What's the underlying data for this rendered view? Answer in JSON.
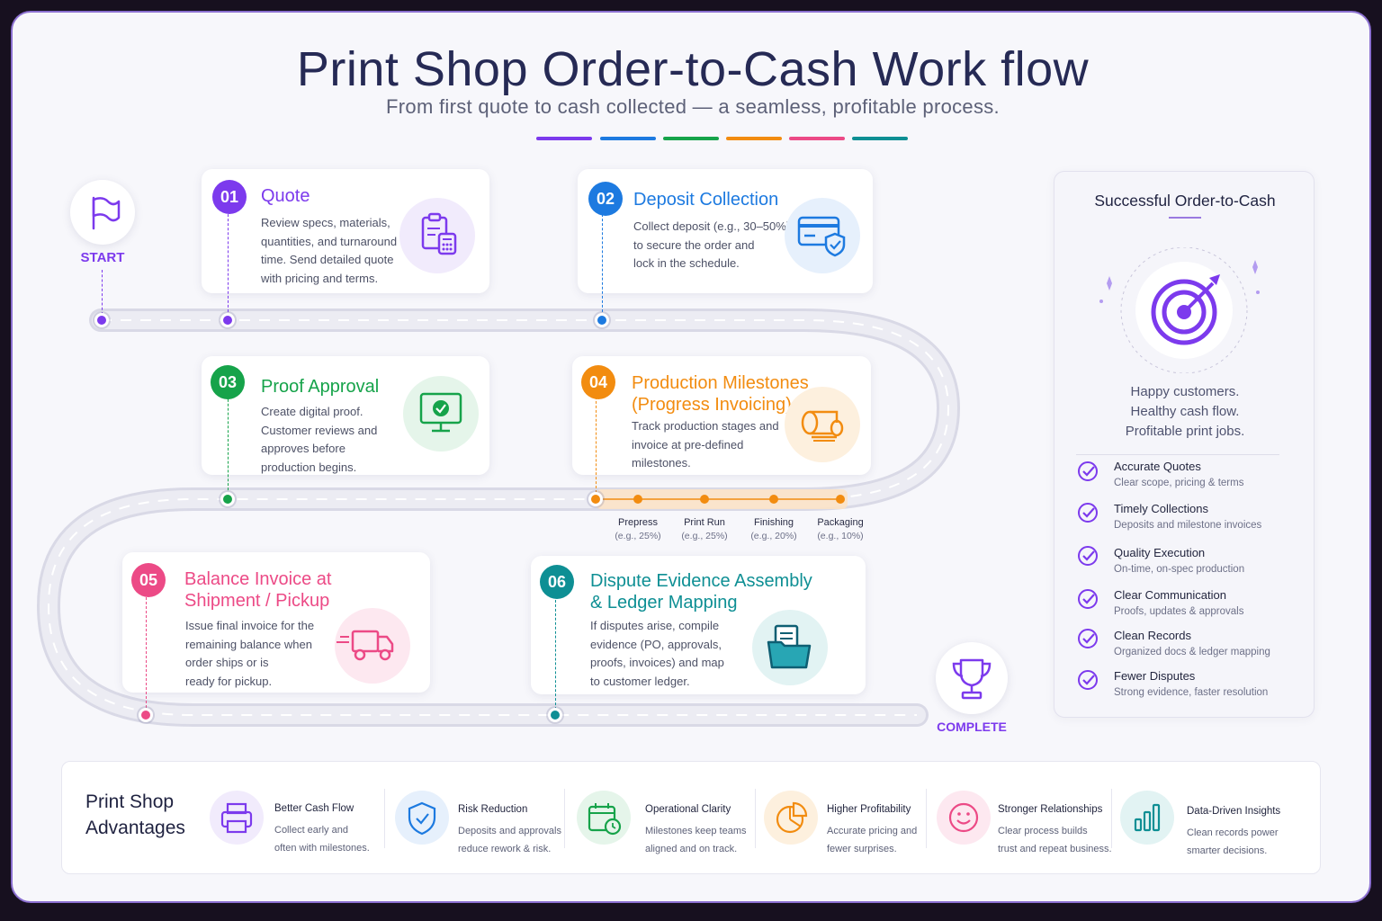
{
  "title": "Print Shop Order-to-Cash Work flow",
  "subtitle": "From first quote to cash collected — a seamless, profitable process.",
  "colors": {
    "purple": "#7c3aed",
    "blue": "#1d7ae0",
    "green": "#16a34a",
    "orange": "#f28c10",
    "pink": "#ec4a86",
    "teal": "#0e8f94"
  },
  "start_label": "START",
  "complete_label": "COMPLETE",
  "steps": [
    {
      "num": "01",
      "title": "Quote",
      "desc": [
        "Review specs, materials,",
        "quantities, and turnaround",
        "time. Send detailed quote",
        "with pricing and terms."
      ],
      "icon": "clipboard-calculator-icon"
    },
    {
      "num": "02",
      "title": "Deposit Collection",
      "desc": [
        "Collect deposit (e.g., 30–50%)",
        "to secure the order and",
        "lock in the schedule."
      ],
      "icon": "credit-card-shield-icon"
    },
    {
      "num": "03",
      "title": "Proof Approval",
      "desc": [
        "Create digital proof.",
        "Customer reviews and",
        "approves before",
        "production begins."
      ],
      "icon": "monitor-check-icon"
    },
    {
      "num": "04",
      "title_lines": [
        "Production Milestones",
        "(Progress Invoicing)"
      ],
      "desc": [
        "Track production stages and",
        "invoice at pre-defined",
        "milestones."
      ],
      "icon": "paper-roll-icon"
    },
    {
      "num": "05",
      "title_lines": [
        "Balance Invoice at",
        "Shipment / Pickup"
      ],
      "desc": [
        "Issue final invoice for the",
        "remaining balance when",
        "order ships or is",
        "ready for pickup."
      ],
      "icon": "truck-icon"
    },
    {
      "num": "06",
      "title_lines": [
        "Dispute Evidence Assembly",
        "& Ledger Mapping"
      ],
      "desc": [
        "If disputes arise, compile",
        "evidence (PO, approvals,",
        "proofs, invoices) and map",
        "to customer ledger."
      ],
      "icon": "folder-document-icon"
    }
  ],
  "milestones": [
    {
      "name": "Prepress",
      "pct": "(e.g., 25%)"
    },
    {
      "name": "Print Run",
      "pct": "(e.g., 25%)"
    },
    {
      "name": "Finishing",
      "pct": "(e.g., 20%)"
    },
    {
      "name": "Packaging",
      "pct": "(e.g., 10%)"
    }
  ],
  "panel": {
    "title": "Successful Order-to-Cash",
    "tagline": [
      "Happy customers.",
      "Healthy cash flow.",
      "Profitable print jobs."
    ],
    "items": [
      {
        "title": "Accurate Quotes",
        "sub": "Clear scope, pricing & terms"
      },
      {
        "title": "Timely Collections",
        "sub": "Deposits and milestone invoices"
      },
      {
        "title": "Quality Execution",
        "sub": "On-time, on-spec production"
      },
      {
        "title": "Clear Communication",
        "sub": "Proofs, updates & approvals"
      },
      {
        "title": "Clean Records",
        "sub": "Organized docs & ledger mapping"
      },
      {
        "title": "Fewer Disputes",
        "sub": "Strong evidence, faster resolution"
      }
    ]
  },
  "advantages": {
    "title": [
      "Print Shop",
      "Advantages"
    ],
    "items": [
      {
        "title": "Better Cash Flow",
        "desc": [
          "Collect early and",
          "often with milestones."
        ],
        "icon": "printer-icon",
        "color": "#7c3aed"
      },
      {
        "title": "Risk Reduction",
        "desc": [
          "Deposits and approvals",
          "reduce rework & risk."
        ],
        "icon": "shield-check-icon",
        "color": "#1d7ae0"
      },
      {
        "title": "Operational Clarity",
        "desc": [
          "Milestones keep teams",
          "aligned and on track."
        ],
        "icon": "calendar-clock-icon",
        "color": "#16a34a"
      },
      {
        "title": "Higher Profitability",
        "desc": [
          "Accurate pricing and",
          "fewer surprises."
        ],
        "icon": "pie-chart-icon",
        "color": "#f28c10"
      },
      {
        "title": "Stronger Relationships",
        "desc": [
          "Clear process builds",
          "trust and repeat business."
        ],
        "icon": "smiley-icon",
        "color": "#ec4a86"
      },
      {
        "title": "Data-Driven Insights",
        "desc": [
          "Clean records power",
          "smarter decisions."
        ],
        "icon": "bar-chart-icon",
        "color": "#0e8f94"
      }
    ]
  }
}
